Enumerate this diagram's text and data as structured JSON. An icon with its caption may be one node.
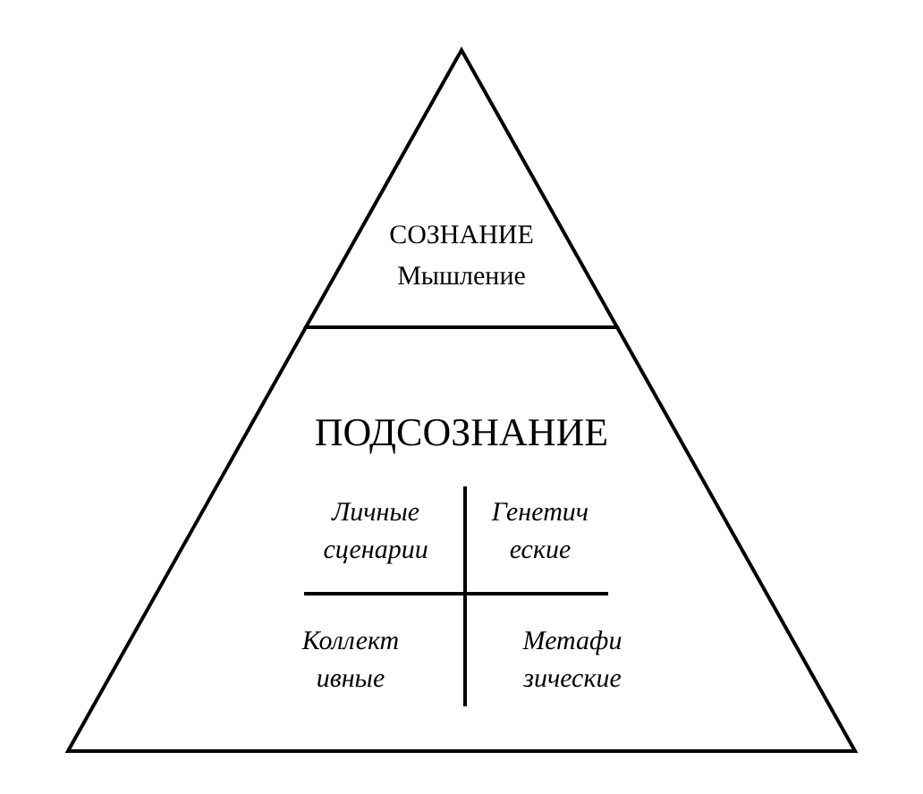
{
  "diagram": {
    "nodes": [
      {
        "text": [
          "СОЗНАНИЕ",
          "Мышление"
        ]
      },
      {
        "text": [
          "ПОДСОЗНАНИЕ"
        ]
      },
      {
        "text": [
          "Личные сценарии"
        ],
        "in": 1
      },
      {
        "text": [
          "Генетич еские"
        ],
        "in": 1
      },
      {
        "text": [
          "Коллект ивные"
        ],
        "in": 1
      },
      {
        "text": [
          "Метафи зические"
        ],
        "in": 1
      }
    ],
    "edges": []
  }
}
